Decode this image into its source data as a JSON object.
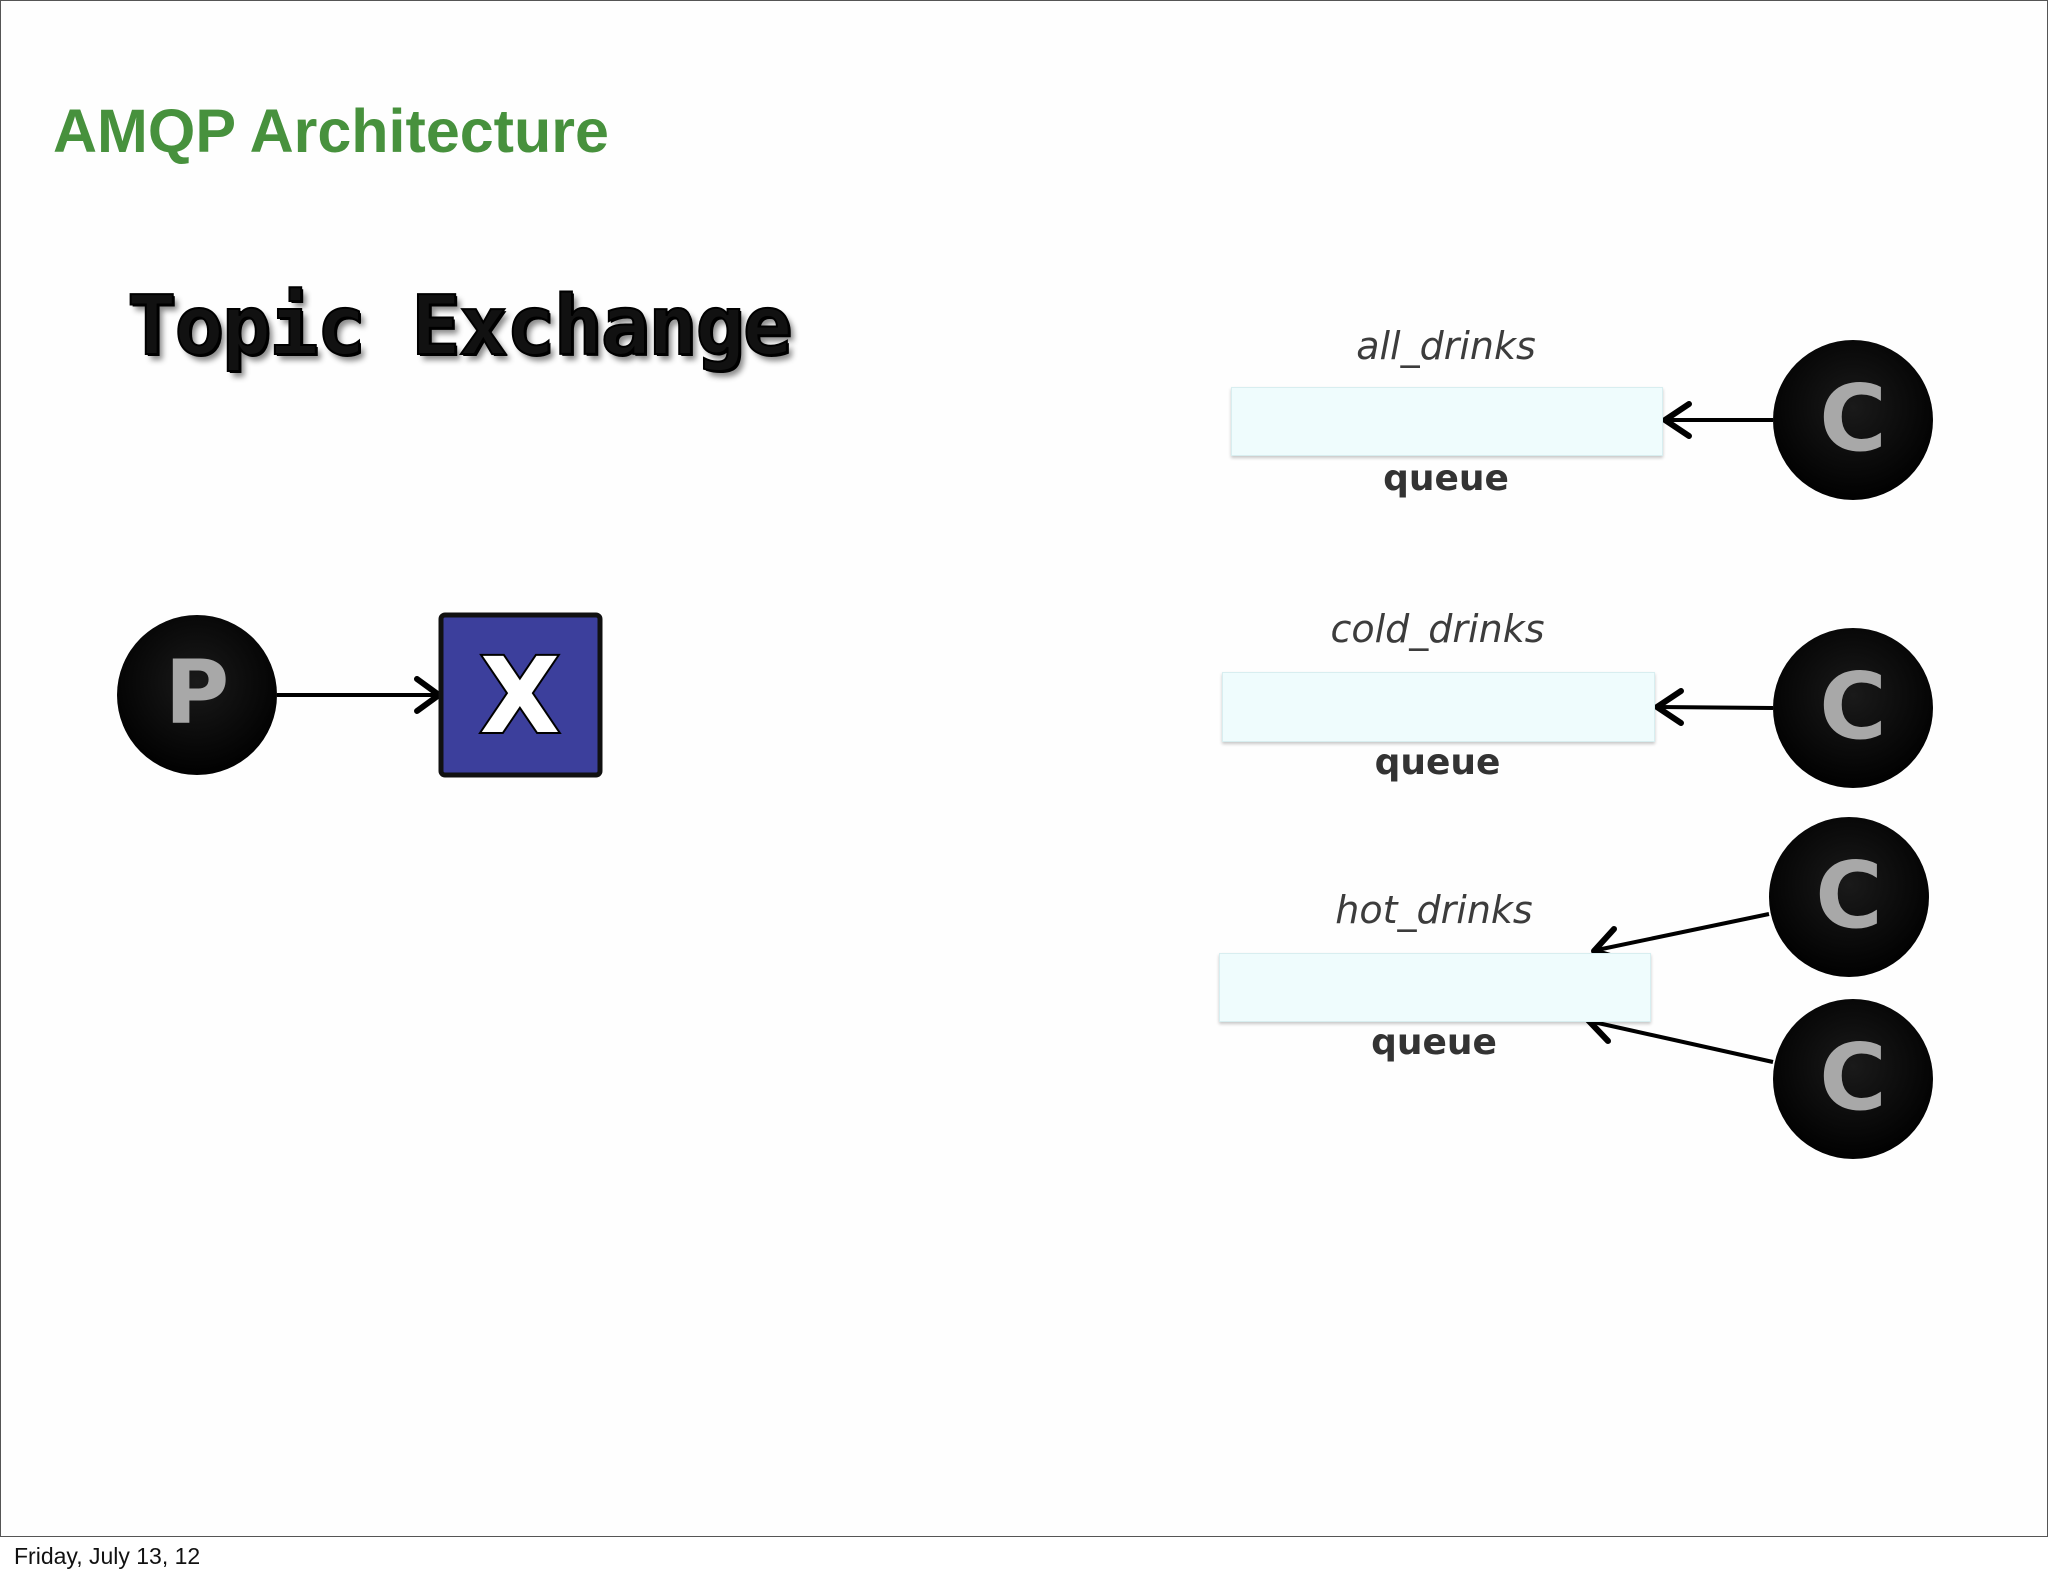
{
  "slide": {
    "title": "AMQP Architecture",
    "subtitle": "Topic Exchange",
    "footer": "Friday, July 13, 12"
  },
  "colors": {
    "title": "#47913d",
    "node": "#000000",
    "node_letter": "#a8a8a8",
    "exchange_fill": "#3c3f9c",
    "queue_fill": "#effcfd"
  },
  "diagram": {
    "producer": {
      "letter": "P"
    },
    "exchange": {
      "letter": "X"
    },
    "queues": [
      {
        "name": "all_drinks",
        "label": "queue"
      },
      {
        "name": "cold_drinks",
        "label": "queue"
      },
      {
        "name": "hot_drinks",
        "label": "queue"
      }
    ],
    "consumers": [
      {
        "letter": "C"
      },
      {
        "letter": "C"
      },
      {
        "letter": "C"
      },
      {
        "letter": "C"
      }
    ]
  }
}
